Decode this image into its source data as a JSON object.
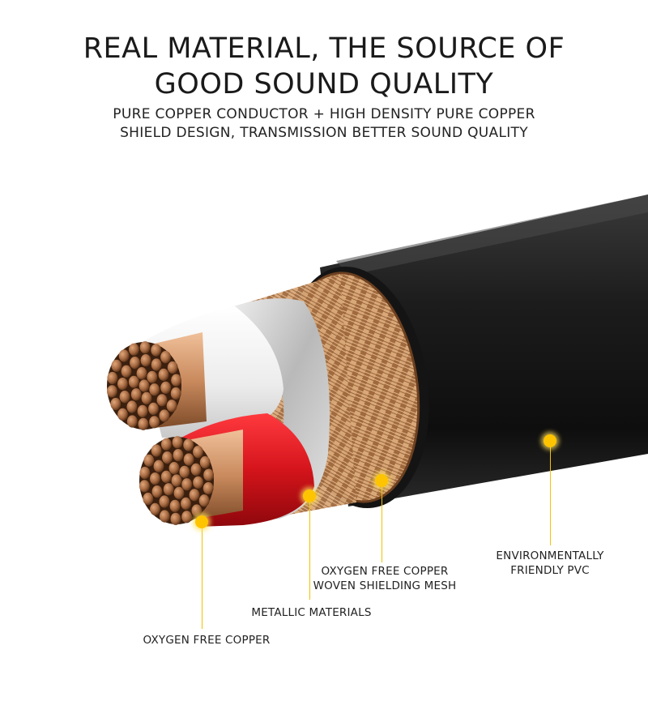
{
  "headline": {
    "line1": "REAL MATERIAL, THE SOURCE OF",
    "line2": "GOOD SOUND QUALITY"
  },
  "subheadline": {
    "line1": "PURE COPPER CONDUCTOR + HIGH DENSITY PURE COPPER",
    "line2": "SHIELD DESIGN, TRANSMISSION BETTER SOUND QUALITY"
  },
  "callouts": {
    "pvc": {
      "line1": "ENVIRONMENTALLY",
      "line2": "FRIENDLY PVC"
    },
    "mesh": {
      "line1": "OXYGEN FREE COPPER",
      "line2": "WOVEN SHIELDING MESH"
    },
    "metallic": {
      "label": "METALLIC MATERIALS"
    },
    "copper": {
      "label": "OXYGEN FREE COPPER"
    }
  },
  "colors": {
    "jacket": "#1b1b1b",
    "copper": "#b87a50",
    "red_insulation": "#d81c22",
    "white_insulation": "#f1f1f1",
    "highlight_dot": "#ffc400"
  }
}
